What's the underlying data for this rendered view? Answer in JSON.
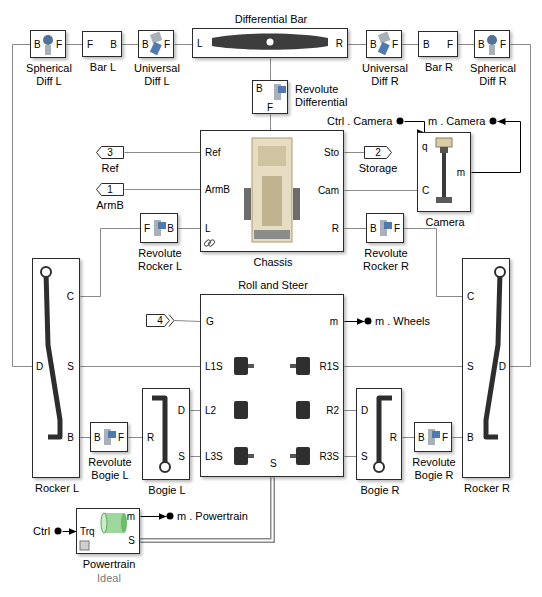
{
  "diagram": {
    "nodes": [
      {
        "text": [
          "L",
          "R",
          "Differential Bar"
        ]
      },
      {
        "text": [
          "B",
          "F",
          "Spherical Diff L"
        ]
      },
      {
        "text": [
          "F",
          "B",
          "Bar L"
        ]
      },
      {
        "text": [
          "B",
          "F",
          "Universal Diff L"
        ]
      },
      {
        "text": [
          "B",
          "F",
          "Universal Diff R"
        ]
      },
      {
        "text": [
          "B",
          "F",
          "Bar R"
        ]
      },
      {
        "text": [
          "B",
          "F",
          "Spherical Diff R"
        ]
      },
      {
        "text": [
          "B",
          "F",
          "Revolute Differential"
        ]
      },
      {
        "text": [
          "Ref",
          "ArmB",
          "L",
          "Sto",
          "Cam",
          "R",
          "Chassis"
        ]
      },
      {
        "text": [
          "3",
          "Ref"
        ]
      },
      {
        "text": [
          "1",
          "ArmB"
        ]
      },
      {
        "text": [
          "2",
          "Storage"
        ]
      },
      {
        "text": [
          "Ctrl . Camera"
        ]
      },
      {
        "text": [
          "m . Camera"
        ]
      },
      {
        "text": [
          "q",
          "m",
          "C",
          "Camera"
        ]
      },
      {
        "text": [
          "F",
          "B",
          "Revolute Rocker L"
        ]
      },
      {
        "text": [
          "B",
          "F",
          "Revolute Rocker R"
        ]
      },
      {
        "text": [
          "G",
          "m",
          "L1S",
          "R1S",
          "L2",
          "R2",
          "L3S",
          "R3S",
          "S",
          "Roll and Steer"
        ]
      },
      {
        "text": [
          "4"
        ]
      },
      {
        "text": [
          "m . Wheels"
        ]
      },
      {
        "text": [
          "C",
          "D",
          "S",
          "B",
          "Rocker L"
        ]
      },
      {
        "text": [
          "C",
          "S",
          "D",
          "B",
          "Rocker R"
        ]
      },
      {
        "text": [
          "B",
          "F",
          "Revolute Bogie L"
        ]
      },
      {
        "text": [
          "D",
          "R",
          "S",
          "Bogie L"
        ]
      },
      {
        "text": [
          "D",
          "R",
          "S",
          "Bogie R"
        ]
      },
      {
        "text": [
          "B",
          "F",
          "Revolute Bogie R"
        ]
      },
      {
        "text": [
          "Trq",
          "m",
          "S",
          "Powertrain",
          "Ideal"
        ]
      },
      {
        "text": [
          "Ctrl"
        ]
      },
      {
        "text": [
          "m . Powertrain"
        ]
      }
    ],
    "edges": [
      {
        "from": 1,
        "to": 2,
        "arrow": "none"
      },
      {
        "from": 2,
        "to": 3,
        "arrow": "none"
      },
      {
        "from": 3,
        "to": 0,
        "arrow": "none"
      },
      {
        "from": 0,
        "to": 4,
        "arrow": "none"
      },
      {
        "from": 4,
        "to": 5,
        "arrow": "none"
      },
      {
        "from": 5,
        "to": 6,
        "arrow": "none"
      },
      {
        "from": 0,
        "to": 7,
        "arrow": "none"
      },
      {
        "from": 7,
        "to": 8,
        "arrow": "none"
      },
      {
        "from": 1,
        "to": 20,
        "arrow": "none"
      },
      {
        "from": 6,
        "to": 21,
        "arrow": "none"
      },
      {
        "from": 8,
        "to": 9,
        "arrow": "none"
      },
      {
        "from": 8,
        "to": 10,
        "arrow": "none"
      },
      {
        "from": 8,
        "to": 11,
        "arrow": "none"
      },
      {
        "from": 8,
        "to": 14,
        "arrow": "none"
      },
      {
        "from": 12,
        "to": 14,
        "arrow": "to"
      },
      {
        "from": 14,
        "to": 13,
        "arrow": "to"
      },
      {
        "from": 8,
        "to": 15,
        "arrow": "none"
      },
      {
        "from": 15,
        "to": 20,
        "arrow": "none"
      },
      {
        "from": 8,
        "to": 16,
        "arrow": "none"
      },
      {
        "from": 16,
        "to": 21,
        "arrow": "none"
      },
      {
        "from": 17,
        "to": 18,
        "arrow": "none"
      },
      {
        "from": 17,
        "to": 19,
        "arrow": "to"
      },
      {
        "from": 20,
        "to": 17,
        "arrow": "none"
      },
      {
        "from": 21,
        "to": 17,
        "arrow": "none"
      },
      {
        "from": 20,
        "to": 22,
        "arrow": "none"
      },
      {
        "from": 22,
        "to": 23,
        "arrow": "none"
      },
      {
        "from": 23,
        "to": 17,
        "arrow": "none"
      },
      {
        "from": 23,
        "to": 17,
        "arrow": "none"
      },
      {
        "from": 24,
        "to": 17,
        "arrow": "none"
      },
      {
        "from": 24,
        "to": 17,
        "arrow": "none"
      },
      {
        "from": 24,
        "to": 25,
        "arrow": "none"
      },
      {
        "from": 25,
        "to": 21,
        "arrow": "none"
      },
      {
        "from": 26,
        "to": 17,
        "arrow": "none"
      },
      {
        "from": 27,
        "to": 26,
        "arrow": "to"
      },
      {
        "from": 26,
        "to": 28,
        "arrow": "to"
      }
    ]
  }
}
